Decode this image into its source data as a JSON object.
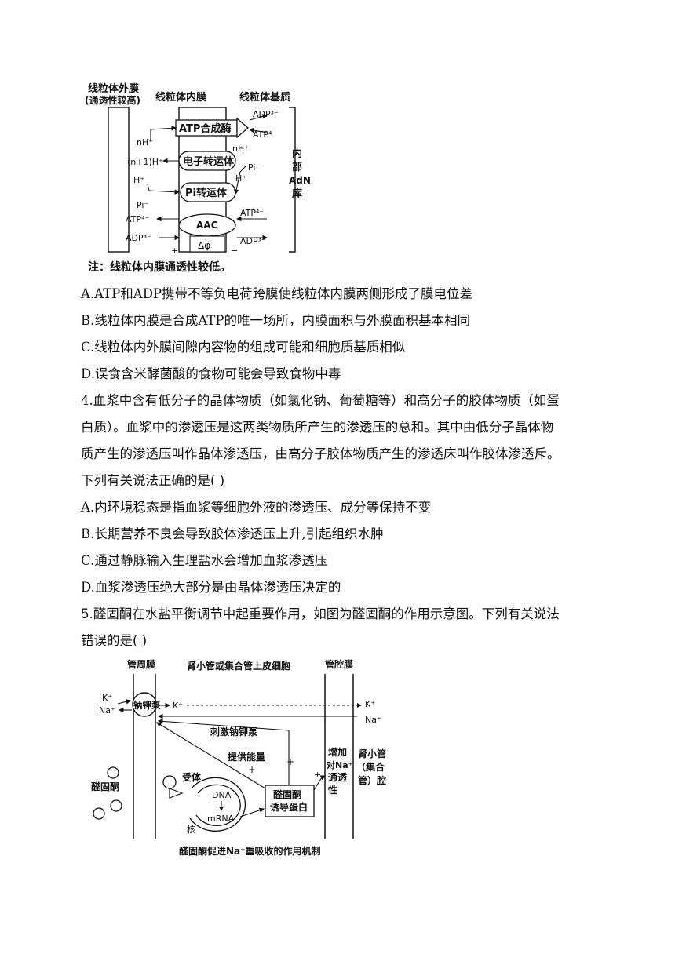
{
  "figure1": {
    "header_outer": "线粒体外膜",
    "header_outer_sub": "(通透性较高)",
    "header_inner": "线粒体内膜",
    "header_matrix": "线粒体基质",
    "atp_synthase": "ATP合成酶",
    "electron_transporter": "电子转运体",
    "pi_transporter": "Pi转运体",
    "aac": "AAC",
    "delta_phi": "Δφ",
    "adp3_right": "ADP³⁻",
    "atp4_right": "ATP⁴⁻",
    "nH_left": "nH⁺",
    "n1H_left": "(n+1)H⁺",
    "H_left": "H⁺",
    "nH_right": "nH⁺",
    "pi_right": "Pi⁻",
    "H_right": "H⁺",
    "pi_left": "Pi⁻",
    "atp4_left": "ATP⁴⁻",
    "adp3_left": "ADP³⁻",
    "atp4_mid_right": "ATP⁴⁻",
    "adp3_mid_right": "ADP³⁻",
    "plus": "+",
    "minus": "−",
    "pool_1": "内",
    "pool_2": "部",
    "pool_3": "AdN",
    "pool_4": "库",
    "note": "注：线粒体内膜通透性较低。"
  },
  "q3_options": [
    "A.ATP和ADP携带不等负电荷跨膜使线粒体内膜两侧形成了膜电位差",
    "B.线粒体内膜是合成ATP的唯一场所，内膜面积与外膜面积基本相同",
    "C.线粒体内外膜间隙内容物的组成可能和细胞质基质相似",
    "D.误食含米酵菌酸的食物可能会导致食物中毒"
  ],
  "q4": {
    "stem_lines": [
      "4.血浆中含有低分子的晶体物质（如氯化钠、葡萄糖等）和高分子的胶体物质（如蛋",
      "白质）。血浆中的渗透压是这两类物质所产生的渗透压的总和。其中由低分子晶体物",
      "质产生的渗透压叫作晶体渗透压，由高分子胶体物质产生的渗透床叫作胶体渗透斥。",
      "下列有关说法正确的是(   )"
    ],
    "options": [
      "A.内环境稳态是指血浆等细胞外液的渗透压、成分等保持不变",
      "B.长期营养不良会导致胶体渗透压上升,引起组织水肿",
      "C.通过静脉输入生理盐水会增加血浆渗透压",
      "D.血浆渗透压绝大部分是由晶体渗透压决定的"
    ]
  },
  "q5": {
    "stem_lines": [
      "5.醛固酮在水盐平衡调节中起重要作用，如图为醛固酮的作用示意图。下列有关说法",
      "错误的是(   )"
    ]
  },
  "figure2": {
    "peritubular": "管周膜",
    "epithelial": "肾小管或集合管上皮细胞",
    "luminal": "管腔膜",
    "pump": "钠钾泵",
    "k_left": "K⁺",
    "na_left": "Na⁺",
    "k_mid": "K⁺",
    "k_right": "K⁺",
    "na_right": "Na⁺",
    "stimulate": "刺激钠钾泵",
    "energy": "提供能量",
    "plus": "+",
    "aldosterone": "醛固酮",
    "receptor": "受体",
    "dna": "DNA",
    "mrna": "mRNA",
    "nucleus": "核",
    "protein_1": "醛固酮",
    "protein_2": "诱导蛋白",
    "inc_1": "增加",
    "inc_2": "对Na⁺",
    "inc_3": "通透",
    "inc_4": "性",
    "lumen_1": "肾小管",
    "lumen_2": "（集合",
    "lumen_3": "管）腔",
    "caption": "醛固酮促进Na⁺重吸收的作用机制"
  }
}
